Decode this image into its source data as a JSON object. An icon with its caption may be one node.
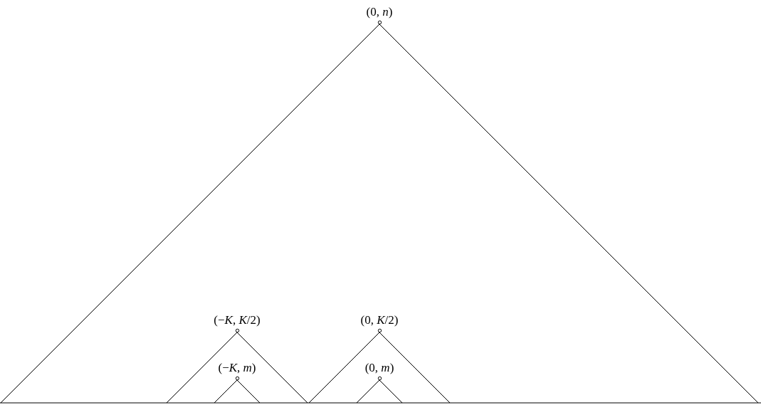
{
  "diagram": {
    "nodes": [
      {
        "text": [
          "(0, *n*)"
        ]
      },
      {
        "text": [
          "(−*K*, *K*/2)"
        ]
      },
      {
        "text": [
          "(0, *K*/2)"
        ]
      },
      {
        "text": [
          "(−*K*, *m*)"
        ]
      },
      {
        "text": [
          "(0, *m*)"
        ]
      }
    ]
  }
}
